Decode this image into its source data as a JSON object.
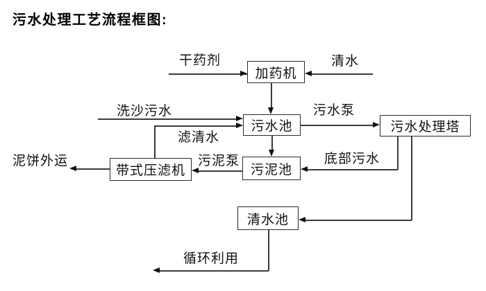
{
  "title": "污水处理工艺流程框图:",
  "colors": {
    "background": "#ffffff",
    "line": "#3a3a3a",
    "box_border": "#2b2b2b",
    "text": "#111111"
  },
  "boxes": [
    {
      "id": "dosing-machine",
      "label": "加药机"
    },
    {
      "id": "sewage-pool",
      "label": "污水池"
    },
    {
      "id": "sewage-treatment-tower",
      "label": "污水处理塔"
    },
    {
      "id": "sludge-pool",
      "label": "污泥池"
    },
    {
      "id": "belt-filter-press",
      "label": "带式压滤机"
    },
    {
      "id": "clear-water-pool",
      "label": "清水池"
    }
  ],
  "labels": [
    {
      "id": "dry-agent",
      "text": "干药剂"
    },
    {
      "id": "clear-water",
      "text": "清水"
    },
    {
      "id": "sand-washing-sewage",
      "text": "洗沙污水"
    },
    {
      "id": "sewage-pump",
      "text": "污水泵"
    },
    {
      "id": "filtered-clear-water",
      "text": "滤清水"
    },
    {
      "id": "sludge-pump",
      "text": "污泥泵"
    },
    {
      "id": "bottom-sewage",
      "text": "底部污水"
    },
    {
      "id": "mud-cake-out",
      "text": "泥饼外运"
    },
    {
      "id": "recycle-use",
      "text": "循环利用"
    }
  ],
  "edges": [
    {
      "from": "干药剂",
      "to": "加药机",
      "label": "干药剂"
    },
    {
      "from": "清水",
      "to": "加药机",
      "label": "清水"
    },
    {
      "from": "加药机",
      "to": "污水池",
      "label": ""
    },
    {
      "from": "洗沙污水",
      "to": "污水池",
      "label": "洗沙污水"
    },
    {
      "from": "带式压滤机",
      "to": "污水池",
      "label": "滤清水"
    },
    {
      "from": "污水池",
      "to": "污水处理塔",
      "label": "污水泵"
    },
    {
      "from": "污水池",
      "to": "污泥池",
      "label": ""
    },
    {
      "from": "污泥池",
      "to": "带式压滤机",
      "label": "污泥泵"
    },
    {
      "from": "带式压滤机",
      "to": "泥饼外运",
      "label": "泥饼外运"
    },
    {
      "from": "污水处理塔",
      "to": "污泥池",
      "label": "底部污水"
    },
    {
      "from": "污水处理塔",
      "to": "清水池",
      "label": ""
    },
    {
      "from": "清水池",
      "to": "循环利用",
      "label": "循环利用"
    }
  ]
}
